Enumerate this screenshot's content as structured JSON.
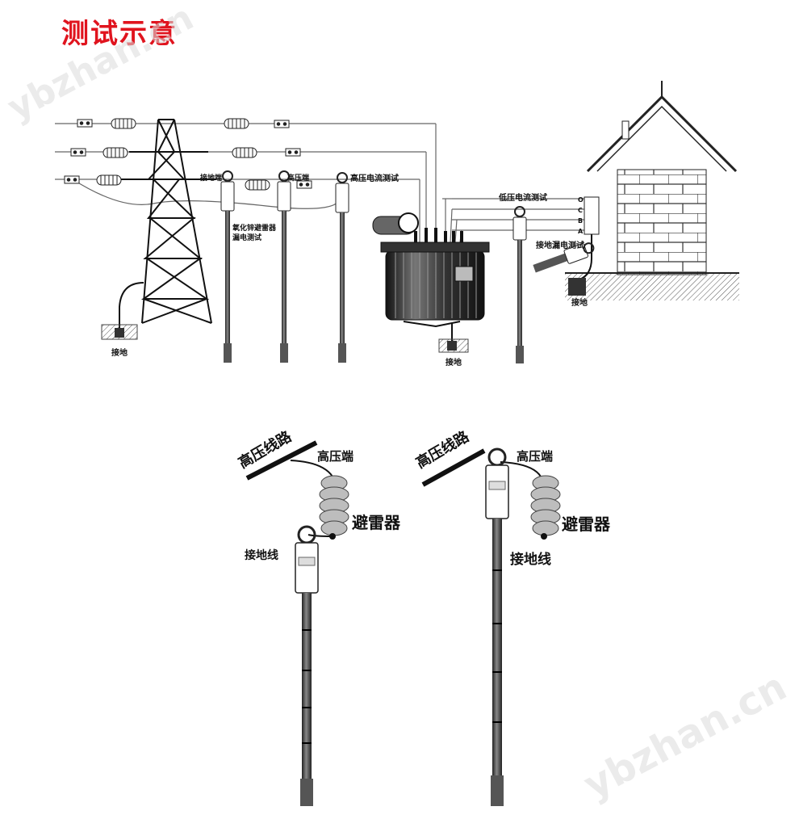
{
  "title": "测试示意",
  "watermark": "ybzhan.cn",
  "top_diagram": {
    "labels": {
      "ground_end": "接地端",
      "high_voltage_end": "高压端",
      "hv_current_test": "高压电流测试",
      "arrester_test_line1": "氧化锌避雷器",
      "arrester_test_line2": "漏电测试",
      "lv_current_test": "低压电流测试",
      "ground_leak_test": "接地漏电测试",
      "ground_tower": "接地",
      "ground_transformer": "接地",
      "ground_house": "接地"
    },
    "phases": [
      "O",
      "C",
      "B",
      "A"
    ]
  },
  "bottom_left": {
    "line": "高压线路",
    "hv_end": "高压端",
    "arrester": "避雷器",
    "ground_wire": "接地线"
  },
  "bottom_right": {
    "line": "高压线路",
    "hv_end": "高压端",
    "arrester": "避雷器",
    "ground_wire": "接地线"
  }
}
